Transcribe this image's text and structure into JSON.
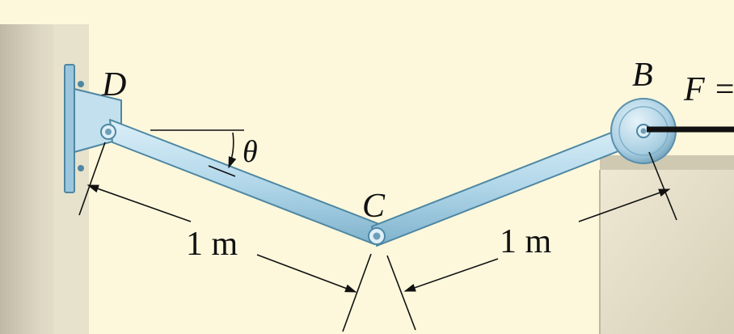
{
  "labels": {
    "D": "D",
    "C": "C",
    "B": "B",
    "F": "F =",
    "theta": "θ",
    "dim_left": "1 m",
    "dim_right": "1 m"
  },
  "colors": {
    "background": "#fdf8dc",
    "wall": "#e2ddc6",
    "ledge": "#e8e2cc",
    "link_fill": "#b9dcec",
    "link_edge": "#4e87a3",
    "cable": "#111111"
  }
}
